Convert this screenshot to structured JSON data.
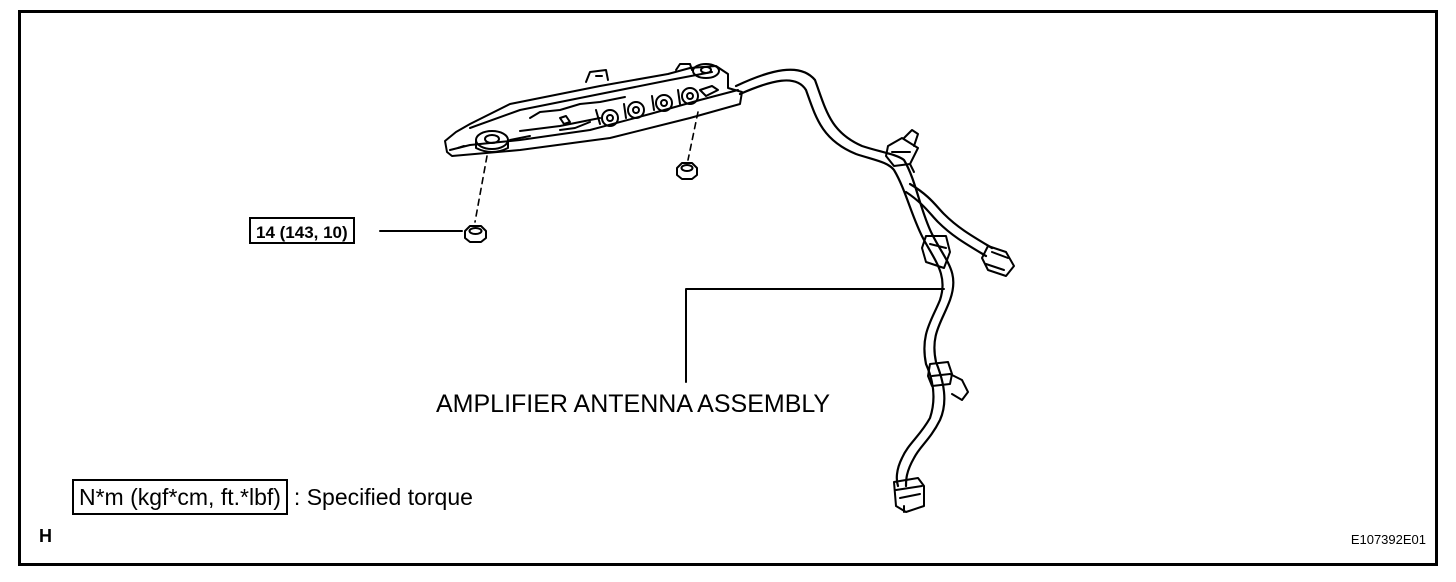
{
  "diagram": {
    "torque_spec": "14 (143, 10)",
    "part_label": "AMPLIFIER ANTENNA ASSEMBLY",
    "legend": {
      "unit_box": "N*m (kgf*cm, ft.*lbf)",
      "description": ": Specified torque"
    },
    "corner_letter": "H",
    "figure_id": "E107392E01"
  }
}
